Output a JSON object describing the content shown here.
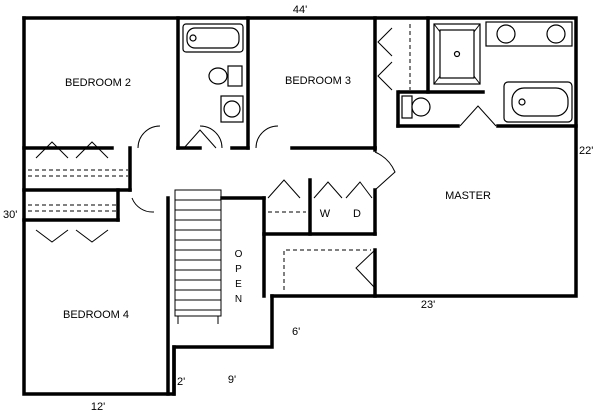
{
  "rooms": {
    "bedroom2": "BEDROOM 2",
    "bedroom3": "BEDROOM 3",
    "bedroom4": "BEDROOM 4",
    "master": "MASTER",
    "washer": "W",
    "dryer": "D",
    "open": [
      "O",
      "P",
      "E",
      "N"
    ]
  },
  "dimensions": {
    "top": "44'",
    "right": "22'",
    "left": "30'",
    "master_bottom": "23'",
    "stair_side": "6'",
    "step_left": "2'",
    "step_bottom": "9'",
    "bottom": "12'"
  }
}
